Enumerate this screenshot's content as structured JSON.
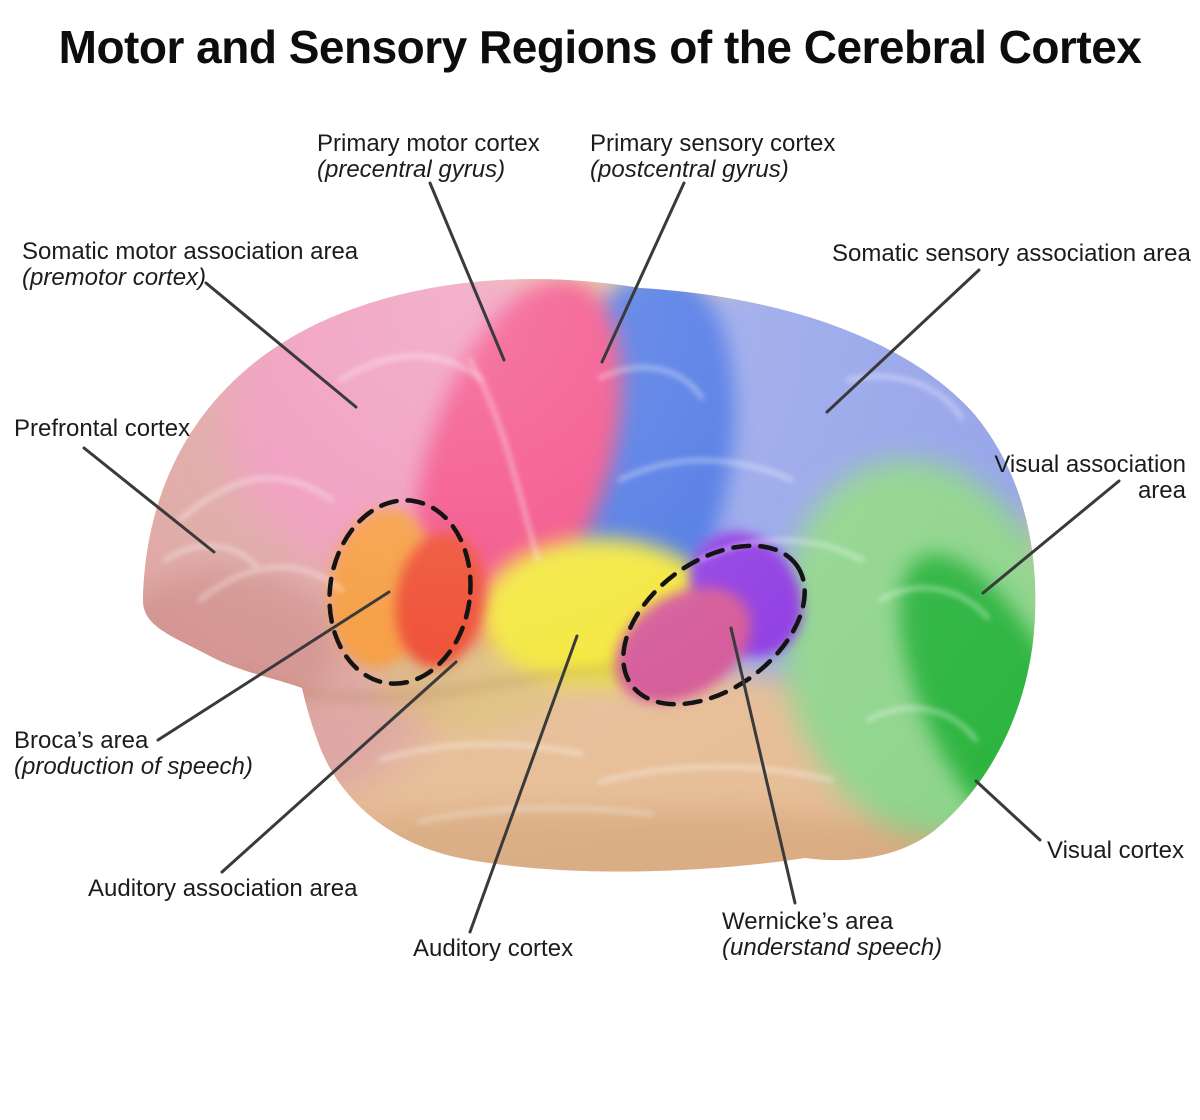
{
  "title": "Motor and Sensory Regions of the Cerebral Cortex",
  "labels": {
    "primary_motor_cortex": {
      "name": "Primary motor cortex",
      "subname": "(precentral gyrus)"
    },
    "primary_sensory_cortex": {
      "name": "Primary sensory cortex",
      "subname": "(postcentral gyrus)"
    },
    "somatic_motor_association_area": {
      "name": "Somatic motor association area",
      "subname": "(premotor cortex)"
    },
    "somatic_sensory_association_area": {
      "name": "Somatic sensory association area"
    },
    "prefrontal_cortex": {
      "name": "Prefrontal cortex"
    },
    "visual_association_area": {
      "name": "Visual association area"
    },
    "brocas_area": {
      "name": "Broca’s area",
      "subname": "(production of speech)"
    },
    "auditory_association_area": {
      "name": "Auditory association area"
    },
    "auditory_cortex": {
      "name": "Auditory cortex"
    },
    "wernickes_area": {
      "name": "Wernicke’s area",
      "subname": "(understand speech)"
    },
    "visual_cortex": {
      "name": "Visual cortex"
    }
  },
  "regions": {
    "prefrontal_cortex": {
      "area": "Prefrontal cortex",
      "color": "#dca09c"
    },
    "somatic_motor_association_area": {
      "area": "Somatic motor association area (premotor cortex)",
      "color": "#ee8fb5"
    },
    "primary_motor_cortex": {
      "area": "Primary motor cortex (precentral gyrus)",
      "color": "#f23f7d"
    },
    "primary_sensory_cortex": {
      "area": "Primary sensory cortex (postcentral gyrus)",
      "color": "#3f6de2"
    },
    "somatic_sensory_association_area": {
      "area": "Somatic sensory association area",
      "color": "#93a2e9"
    },
    "auditory_association_area": {
      "area": "Auditory association area (temporal lobe)",
      "color": "#e5bb92"
    },
    "auditory_cortex": {
      "area": "Auditory cortex",
      "color": "#f2e62e"
    },
    "brocas_area": {
      "area": "Broca’s area (production of speech)",
      "color_orange": "#f5932f",
      "color_red": "#ec3a1e"
    },
    "wernickes_area": {
      "area": "Wernicke’s area (understand speech)",
      "color_purple": "#8a33e0",
      "color_magenta": "#d14f92"
    },
    "visual_association_area": {
      "area": "Visual association area",
      "color": "#8ed48b"
    },
    "visual_cortex": {
      "area": "Visual cortex",
      "color": "#2ab43e"
    }
  },
  "styles": {
    "leader_line_color": "#3a3a3a",
    "dashed_outline_color": "#141414",
    "background": "#ffffff",
    "title_color": "#0d0d0d",
    "label_color": "#1c1c1c"
  }
}
